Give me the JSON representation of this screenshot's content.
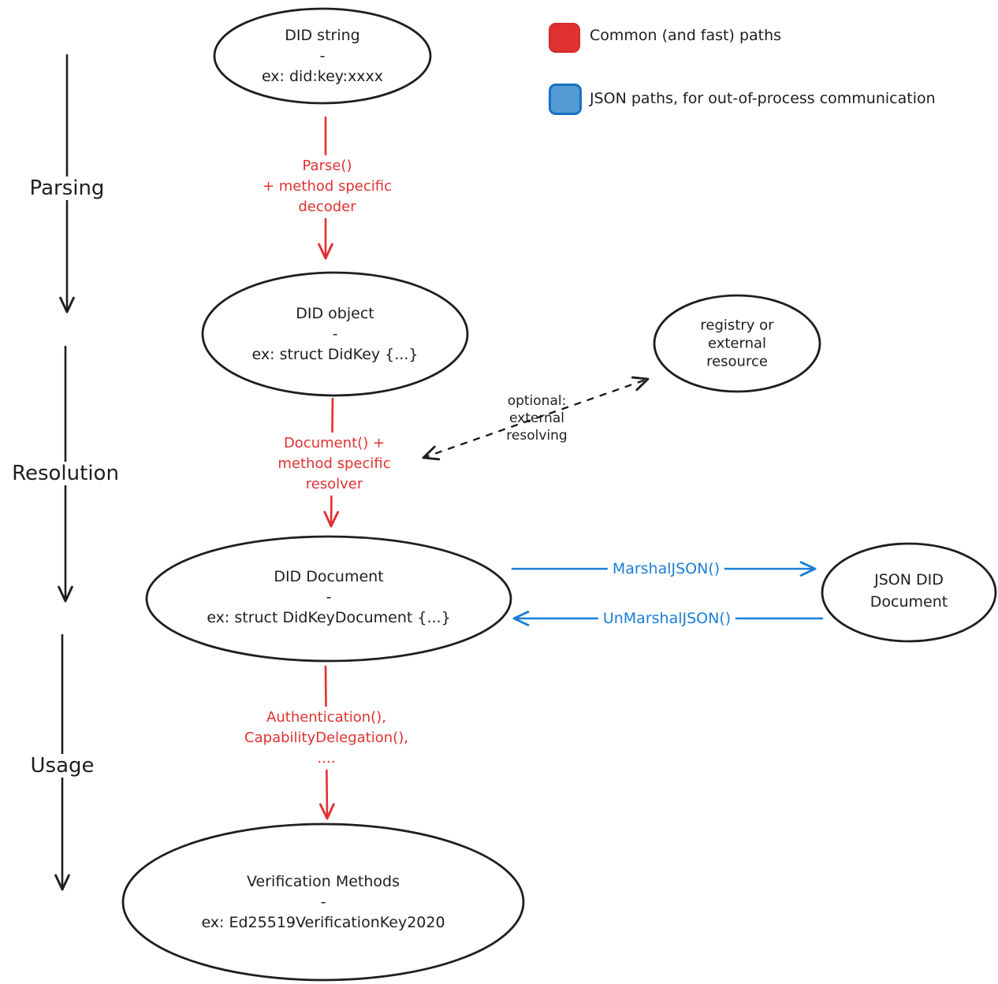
{
  "colors": {
    "ink": "#1e1e1e",
    "red": "#e03131",
    "blue": "#1c7ed6",
    "legend_blue_fill": "#539bd5",
    "legend_blue_border": "#1971c2",
    "background": "#ffffff"
  },
  "stages": {
    "parsing": "Parsing",
    "resolution": "Resolution",
    "usage": "Usage"
  },
  "legend": {
    "common": {
      "label": "Common (and fast) paths",
      "color": "#e03131"
    },
    "json": {
      "label": "JSON paths, for out-of-process communication",
      "color": "#539bd5"
    }
  },
  "nodes": {
    "did_string": "DID string\n-\nex: did:key:xxxx",
    "did_object": "DID object\n-\nex: struct DidKey {...}",
    "registry": "registry or\nexternal\nresource",
    "did_document": "DID Document\n-\nex: struct DidKeyDocument {...}",
    "json_did_document": "JSON DID\nDocument",
    "verification_methods": "Verification Methods\n-\nex: Ed25519VerificationKey2020"
  },
  "edges": {
    "parse": "Parse()\n+ method specific\ndecoder",
    "resolve": "Document() +\nmethod specific\nresolver",
    "optional": "optional:\nexternal\nresolving",
    "marshal": "MarshalJSON()",
    "unmarshal": "UnMarshalJSON()",
    "usage_methods": "Authentication(),\nCapabilityDelegation(),\n...."
  }
}
